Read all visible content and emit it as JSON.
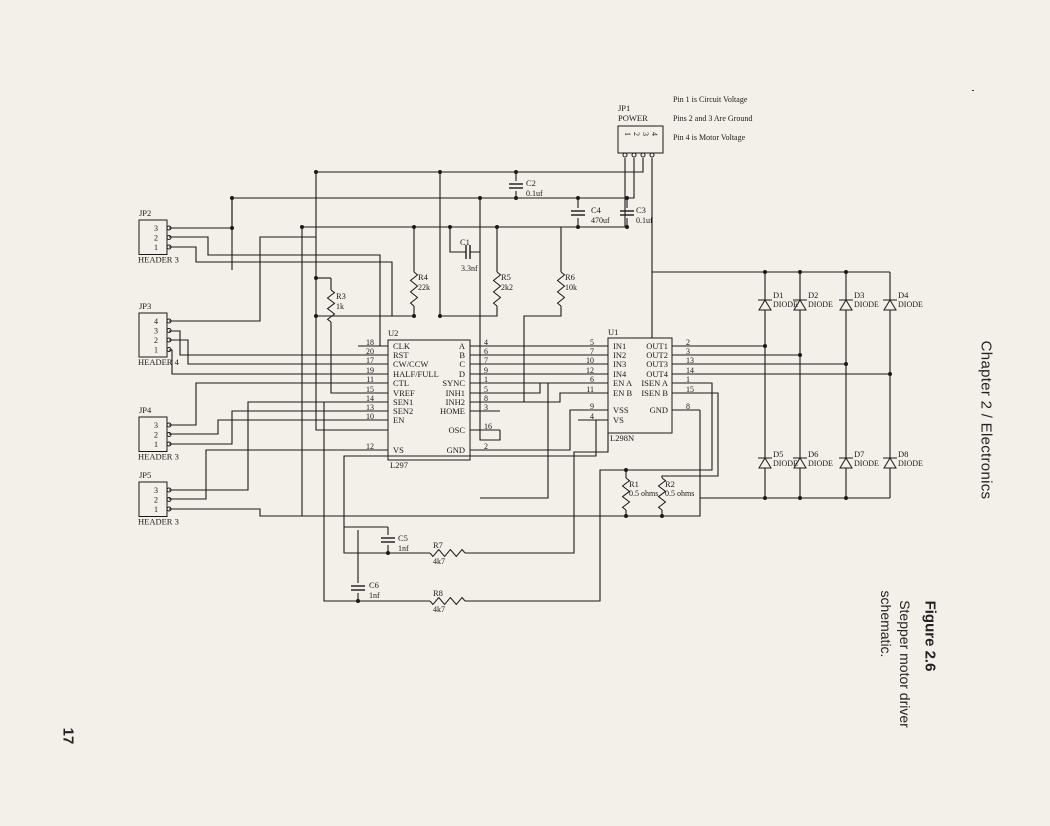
{
  "page": {
    "number": "17",
    "chapter": "Chapter 2  /  Electronics"
  },
  "figure": {
    "number": "Figure 2.6",
    "caption_line1": "Stepper motor driver",
    "caption_line2": "schematic."
  },
  "notes": [
    "Pin 1 is Circuit Voltage",
    "Pins 2 and 3 Are Ground",
    "Pin 4 is Motor Voltage"
  ],
  "power": {
    "ref": "JP1",
    "name": "POWER",
    "pins": [
      "1",
      "2",
      "3",
      "4"
    ]
  },
  "headers": [
    {
      "ref": "JP2",
      "name": "HEADER 3",
      "pins": [
        "3",
        "2",
        "1"
      ]
    },
    {
      "ref": "JP3",
      "name": "HEADER 4",
      "pins": [
        "4",
        "3",
        "2",
        "1"
      ]
    },
    {
      "ref": "JP4",
      "name": "HEADER 3",
      "pins": [
        "3",
        "2",
        "1"
      ]
    },
    {
      "ref": "JP5",
      "name": "HEADER 3",
      "pins": [
        "3",
        "2",
        "1"
      ]
    }
  ],
  "u2": {
    "ref": "U2",
    "part": "L297",
    "left_pins": [
      {
        "num": "18",
        "name": "CLK"
      },
      {
        "num": "20",
        "name": "RST"
      },
      {
        "num": "17",
        "name": "CW/CCW"
      },
      {
        "num": "19",
        "name": "HALF/FULL"
      },
      {
        "num": "11",
        "name": "CTL"
      },
      {
        "num": "15",
        "name": "VREF"
      },
      {
        "num": "14",
        "name": "SEN1"
      },
      {
        "num": "13",
        "name": "SEN2"
      },
      {
        "num": "10",
        "name": "EN"
      },
      {
        "num": "12",
        "name": "VS"
      }
    ],
    "right_pins": [
      {
        "num": "4",
        "name": "A"
      },
      {
        "num": "6",
        "name": "B"
      },
      {
        "num": "7",
        "name": "C"
      },
      {
        "num": "9",
        "name": "D"
      },
      {
        "num": "1",
        "name": "SYNC"
      },
      {
        "num": "5",
        "name": "INH1"
      },
      {
        "num": "8",
        "name": "INH2"
      },
      {
        "num": "3",
        "name": "HOME"
      },
      {
        "num": "16",
        "name": "OSC"
      },
      {
        "num": "2",
        "name": "GND"
      }
    ]
  },
  "u1": {
    "ref": "U1",
    "part": "L298N",
    "left_pins": [
      {
        "num": "5",
        "name": "IN1"
      },
      {
        "num": "7",
        "name": "IN2"
      },
      {
        "num": "10",
        "name": "IN3"
      },
      {
        "num": "12",
        "name": "IN4"
      },
      {
        "num": "6",
        "name": "EN A"
      },
      {
        "num": "11",
        "name": "EN B"
      },
      {
        "num": "9",
        "name": "VSS"
      },
      {
        "num": "4",
        "name": "VS"
      }
    ],
    "right_pins": [
      {
        "num": "2",
        "name": "OUT1"
      },
      {
        "num": "3",
        "name": "OUT2"
      },
      {
        "num": "13",
        "name": "OUT3"
      },
      {
        "num": "14",
        "name": "OUT4"
      },
      {
        "num": "1",
        "name": "ISEN A"
      },
      {
        "num": "15",
        "name": "ISEN B"
      },
      {
        "num": "8",
        "name": "GND"
      }
    ]
  },
  "capacitors": [
    {
      "ref": "C1",
      "value": "3.3nf"
    },
    {
      "ref": "C2",
      "value": "0.1uf"
    },
    {
      "ref": "C3",
      "value": "0.1uf"
    },
    {
      "ref": "C4",
      "value": "470uf"
    },
    {
      "ref": "C5",
      "value": "1nf"
    },
    {
      "ref": "C6",
      "value": "1nf"
    }
  ],
  "resistors": [
    {
      "ref": "R1",
      "value": "0.5 ohms"
    },
    {
      "ref": "R2",
      "value": "0.5 ohms"
    },
    {
      "ref": "R3",
      "value": "1k"
    },
    {
      "ref": "R4",
      "value": "22k"
    },
    {
      "ref": "R5",
      "value": "2k2"
    },
    {
      "ref": "R6",
      "value": "10k"
    },
    {
      "ref": "R7",
      "value": "4k7"
    },
    {
      "ref": "R8",
      "value": "4k7"
    }
  ],
  "diodes": [
    {
      "ref": "D1",
      "type": "DIODE"
    },
    {
      "ref": "D2",
      "type": "DIODE"
    },
    {
      "ref": "D3",
      "type": "DIODE"
    },
    {
      "ref": "D4",
      "type": "DIODE"
    },
    {
      "ref": "D5",
      "type": "DIODE"
    },
    {
      "ref": "D6",
      "type": "DIODE"
    },
    {
      "ref": "D7",
      "type": "DIODE"
    },
    {
      "ref": "D8",
      "type": "DIODE"
    }
  ]
}
